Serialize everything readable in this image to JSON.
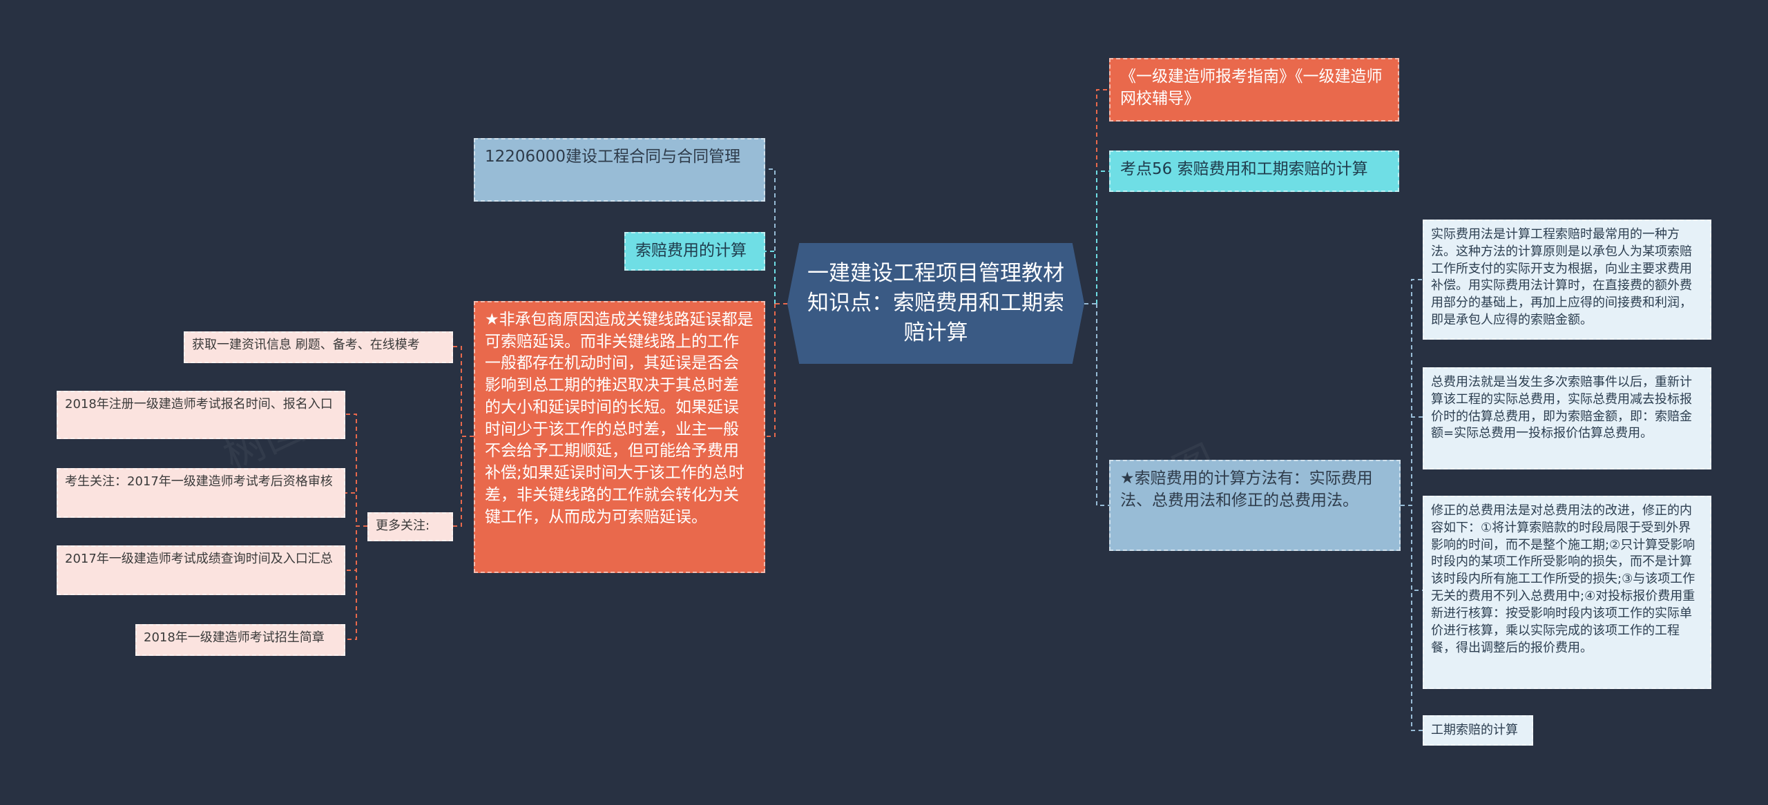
{
  "center": {
    "title": "一建建设工程项目管理教材知识点：索赔费用和工期索赔计算"
  },
  "left": {
    "contract": "12206000建设工程合同与合同管理",
    "calc": "索赔费用的计算",
    "delay": "★非承包商原因造成关键线路延误都是可索赔延误。而非关键线路上的工作一般都存在机动时间，其延误是否会影响到总工期的推迟取决于其总时差的大小和延误时间的长短。如果延误时间少于该工作的总时差，业主一般不会给予工期顺延，但可能给予费用补偿;如果延误时间大于该工作的总时差，非关键线路的工作就会转化为关键工作，从而成为可索赔延误。",
    "info": "获取一建资讯信息 刷题、备考、在线模考",
    "more": "更多关注:",
    "more_items": [
      "2018年注册一级建造师考试报名时间、报名入口",
      "考生关注：2017年一级建造师考试考后资格审核",
      "2017年一级建造师考试成绩查询时间及入口汇总",
      "2018年一级建造师考试招生简章"
    ]
  },
  "right": {
    "guide": "《一级建造师报考指南》《一级建造师网校辅导》",
    "topic": "考点56 索赔费用和工期索赔的计算",
    "methods": "★索赔费用的计算方法有：实际费用法、总费用法和修正的总费用法。",
    "details": [
      "实际费用法是计算工程索赔时最常用的一种方法。这种方法的计算原则是以承包人为某项索赔工作所支付的实际开支为根据，向业主要求费用补偿。用实际费用法计算时，在直接费的额外费用部分的基础上，再加上应得的间接费和利润，即是承包人应得的索赔金额。",
      "总费用法就是当发生多次索赔事件以后，重新计算该工程的实际总费用，实际总费用减去投标报价时的估算总费用，即为索赔金额，即：索赔金额=实际总费用一投标报价估算总费用。",
      "修正的总费用法是对总费用法的改进，修正的内容如下：①将计算索赔款的时段局限于受到外界影响的时间，而不是整个施工期;②只计算受影响时段内的某项工作所受影响的损失，而不是计算该时段内所有施工工作所受的损失;③与该项工作无关的费用不列入总费用中;④对投标报价费用重新进行核算：按受影响时段内该项工作的实际单价进行核算，乘以实际完成的该项工作的工程餐，得出调整后的报价费用。",
      "工期索赔的计算"
    ]
  },
  "colors": {
    "background": "#283142",
    "center": "#3a5a84",
    "blue": "#98bcd6",
    "cyan": "#6fdee5",
    "orange": "#e9694c",
    "pink": "#fbe3df",
    "pale": "#e6f1f8",
    "link_orange": "#e9694c",
    "link_blue": "#98bcd6"
  }
}
